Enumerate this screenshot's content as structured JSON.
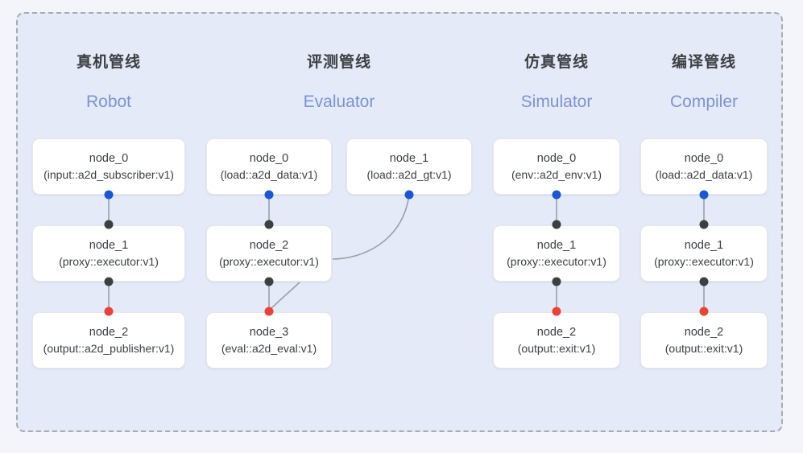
{
  "diagram": {
    "background_color": "#f3f5fb",
    "panel_color": "#e5eaf8",
    "panel_border_color": "#a8aab0",
    "port_colors": {
      "input": "#1a56d6",
      "mid": "#3c4043",
      "output": "#ea4335"
    },
    "edge_color": "#9aa0a6"
  },
  "columns": [
    {
      "cn_title": "真机管线",
      "en_title": "Robot",
      "nodes": [
        {
          "id": "robot-node-0",
          "name": "node_0",
          "spec": "(input::a2d_subscriber:v1)"
        },
        {
          "id": "robot-node-1",
          "name": "node_1",
          "spec": "(proxy::executor:v1)"
        },
        {
          "id": "robot-node-2",
          "name": "node_2",
          "spec": "(output::a2d_publisher:v1)"
        }
      ]
    },
    {
      "cn_title": "评测管线",
      "en_title": "Evaluator",
      "nodes": [
        {
          "id": "eval-node-0",
          "name": "node_0",
          "spec": "(load::a2d_data:v1)"
        },
        {
          "id": "eval-node-1",
          "name": "node_1",
          "spec": "(load::a2d_gt:v1)"
        },
        {
          "id": "eval-node-2",
          "name": "node_2",
          "spec": "(proxy::executor:v1)"
        },
        {
          "id": "eval-node-3",
          "name": "node_3",
          "spec": "(eval::a2d_eval:v1)"
        }
      ]
    },
    {
      "cn_title": "仿真管线",
      "en_title": "Simulator",
      "nodes": [
        {
          "id": "sim-node-0",
          "name": "node_0",
          "spec": "(env::a2d_env:v1)"
        },
        {
          "id": "sim-node-1",
          "name": "node_1",
          "spec": "(proxy::executor:v1)"
        },
        {
          "id": "sim-node-2",
          "name": "node_2",
          "spec": "(output::exit:v1)"
        }
      ]
    },
    {
      "cn_title": "编译管线",
      "en_title": "Compiler",
      "nodes": [
        {
          "id": "comp-node-0",
          "name": "node_0",
          "spec": "(load::a2d_data:v1)"
        },
        {
          "id": "comp-node-1",
          "name": "node_1",
          "spec": "(proxy::executor:v1)"
        },
        {
          "id": "comp-node-2",
          "name": "node_2",
          "spec": "(output::exit:v1)"
        }
      ]
    }
  ]
}
